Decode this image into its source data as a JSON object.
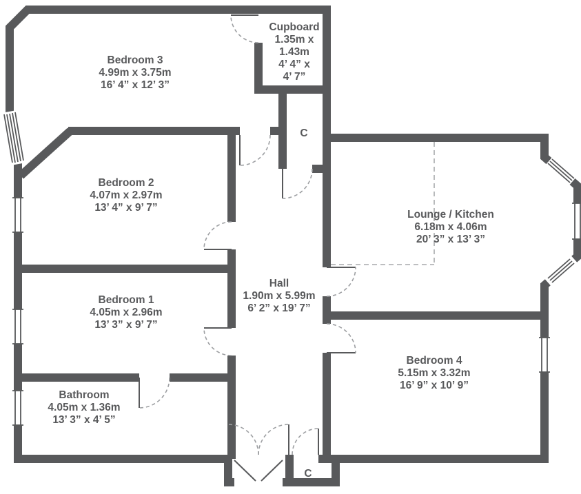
{
  "plan": {
    "colors": {
      "wall": "#58595b",
      "text": "#58595b",
      "door_swing": "#9d9fa2",
      "background": "#ffffff"
    },
    "rooms": [
      {
        "id": "bedroom-3",
        "lines": [
          "Bedroom 3",
          "4.99m x 3.75m",
          "16’ 4” x 12’ 3”"
        ]
      },
      {
        "id": "cupboard",
        "lines": [
          "Cupboard",
          "1.35m x",
          "1.43m",
          "4’ 4” x",
          "4’ 7”"
        ]
      },
      {
        "id": "bedroom-2",
        "lines": [
          "Bedroom 2",
          "4.07m x 2.97m",
          "13’ 4” x 9’ 7”"
        ]
      },
      {
        "id": "lounge-kitchen",
        "lines": [
          "Lounge / Kitchen",
          "6.18m x 4.06m",
          "20’ 3” x 13’ 3”"
        ]
      },
      {
        "id": "hall",
        "lines": [
          "Hall",
          "1.90m x 5.99m",
          "6’ 2” x 19’ 7”"
        ]
      },
      {
        "id": "bedroom-1",
        "lines": [
          "Bedroom 1",
          "4.05m x 2.96m",
          "13’ 3” x 9’ 7”"
        ]
      },
      {
        "id": "bedroom-4",
        "lines": [
          "Bedroom 4",
          "5.15m x 3.32m",
          "16’ 9” x 10’ 9”"
        ]
      },
      {
        "id": "bathroom",
        "lines": [
          "Bathroom",
          "4.05m x 1.36m",
          "13’ 3” x 4’ 5”"
        ]
      }
    ],
    "closets": [
      {
        "label": "C"
      },
      {
        "label": "C"
      }
    ]
  }
}
